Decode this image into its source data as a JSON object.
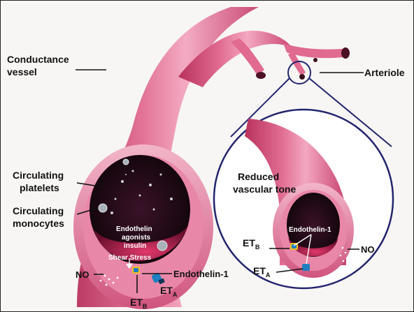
{
  "labels": {
    "conductance_vessel": [
      "Conductance",
      "vessel"
    ],
    "arteriole": "Arteriole",
    "circulating_platelets": [
      "Circulating",
      "platelets"
    ],
    "circulating_monocytes": [
      "Circulating",
      "monocytes"
    ],
    "reduced_vascular_tone": [
      "Reduced",
      "vascular tone"
    ],
    "endothelin_agonists_insulin": [
      "Endothelin",
      "agonists",
      "insulin"
    ],
    "shear_stress": "Shear Stress",
    "endothelin_1_left": "Endothelin-1",
    "endothelin_1_right": "Endothelin-1",
    "no_left": "NO",
    "no_right": "NO",
    "et_a_main": "ET",
    "et_a_main_sub": "A",
    "et_b_main": "ET",
    "et_b_main_sub": "B",
    "et_b_zoom": "ET",
    "et_b_zoom_sub": "B",
    "et_a_zoom": "ET",
    "et_a_zoom_sub": "A"
  },
  "colors": {
    "vessel": "#d94b77",
    "vessel_light": "#f4b4c8",
    "lumen": "#1a0a12",
    "receptor_blue": "#1f7fc0",
    "receptor_yellow": "#f0c020"
  }
}
